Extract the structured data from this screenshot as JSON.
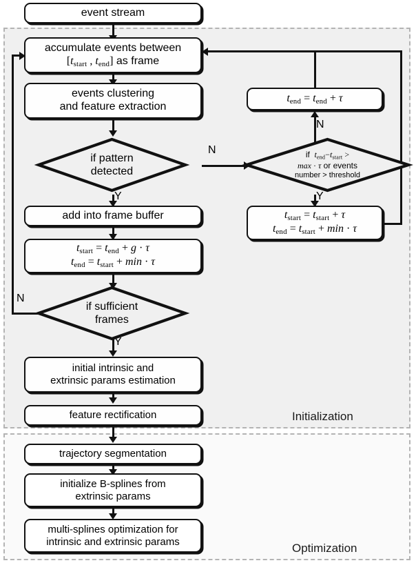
{
  "diagram": {
    "title": "event stream processing and calibration flowchart",
    "regions": [
      {
        "id": "initialization",
        "label": "Initialization"
      },
      {
        "id": "optimization",
        "label": "Optimization"
      }
    ],
    "colors": {
      "canvas": "#ffffff",
      "region_init_fill": "#f0f0f0",
      "region_opt_fill": "#fafafa",
      "region_border": "#b3b3b3",
      "node_stroke": "#111111",
      "node_fill": "#fefefe",
      "text": "#000000"
    }
  },
  "nodes": {
    "event_stream": {
      "label": "event stream"
    },
    "accumulate": {
      "line1": "accumulate events between",
      "line2_plain": "[t_start , t_end] as frame"
    },
    "clustering": {
      "line1": "events clustering",
      "line2": "and feature extraction"
    },
    "pattern_decision": {
      "line1": "if pattern",
      "line2": "detected"
    },
    "add_buffer": {
      "label": "add into frame buffer"
    },
    "update_times_left": {
      "line1_plain": "t_start = t_end + g · τ",
      "line2_plain": "t_end = t_start + min · τ"
    },
    "sufficient_frames": {
      "line1": "if sufficient",
      "line2": "frames"
    },
    "initial_params": {
      "line1": "initial intrinsic and",
      "line2": "extrinsic params estimation"
    },
    "feature_rect": {
      "label": "feature rectification"
    },
    "trajectory_seg": {
      "label": "trajectory segmentation"
    },
    "init_bsplines": {
      "line1": "initialize B-splines from",
      "line2": "extrinsic params"
    },
    "multi_spline_opt": {
      "line1": "multi-splines optimization for",
      "line2": "intrinsic and extrinsic params"
    },
    "tend_update": {
      "label_plain": "t_end = t_end + τ"
    },
    "window_decision": {
      "line1_plain": "if  t_end−t_start >",
      "line2_plain": "max · τ or events",
      "line3": "number > threshold"
    },
    "update_times_right": {
      "line1_plain": "t_start = t_start + τ",
      "line2_plain": "t_end = t_start + min · τ"
    }
  },
  "edge_labels": {
    "pattern_no": "N",
    "pattern_yes": "Y",
    "window_no": "N",
    "window_yes": "Y",
    "frames_no": "N",
    "frames_yes": "Y"
  }
}
